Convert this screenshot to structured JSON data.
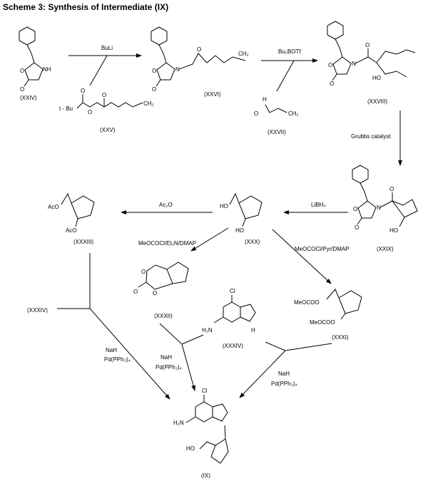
{
  "title": "Scheme 3: Synthesis of Intermediate (IX)",
  "compounds": {
    "XXIV": "(XXIV)",
    "XXV": "(XXV)",
    "XXVI": "(XXVI)",
    "XXVII": "(XXVII)",
    "XXVIII": "(XXVIII)",
    "XXIX": "(XXIX)",
    "XXX": "(XXX)",
    "XXXI": "(XXXI)",
    "XXXII": "(XXXII)",
    "XXXIII": "(XXXIII)",
    "XXXIV_a": "(XXXIV)",
    "XXXIV_b": "(XXXIV)",
    "IX": "(IX)"
  },
  "reagents": {
    "buli": "BuLi",
    "bu2botf": "Bu₂BOTf",
    "grubbs": "Grubbs catalyst",
    "libh4": "LiBH₄",
    "ac2o": "Ac₂O",
    "meococl_et3n": "MeOCOCl/Et₃N/DMAP",
    "meococl_pyr": "MeOCOCl/Pyr/DMAP",
    "nah_1": "NaH",
    "pd_1": "Pd(PPh₃)₄",
    "nah_2": "NaH",
    "pd_2": "Pd(PPh₃)₄",
    "nah_3": "NaH",
    "pd_3": "Pd(PPh₃)₄"
  },
  "atoms": {
    "nh": "NH",
    "n": "N",
    "o": "O",
    "ho": "HO",
    "h": "H",
    "ch2": "CH₂",
    "tbu": "t - Bu",
    "aco": "AcO",
    "meocoo": "MeOCOO",
    "cl": "Cl",
    "h2n": "H₂N",
    "h_atom": "H"
  }
}
